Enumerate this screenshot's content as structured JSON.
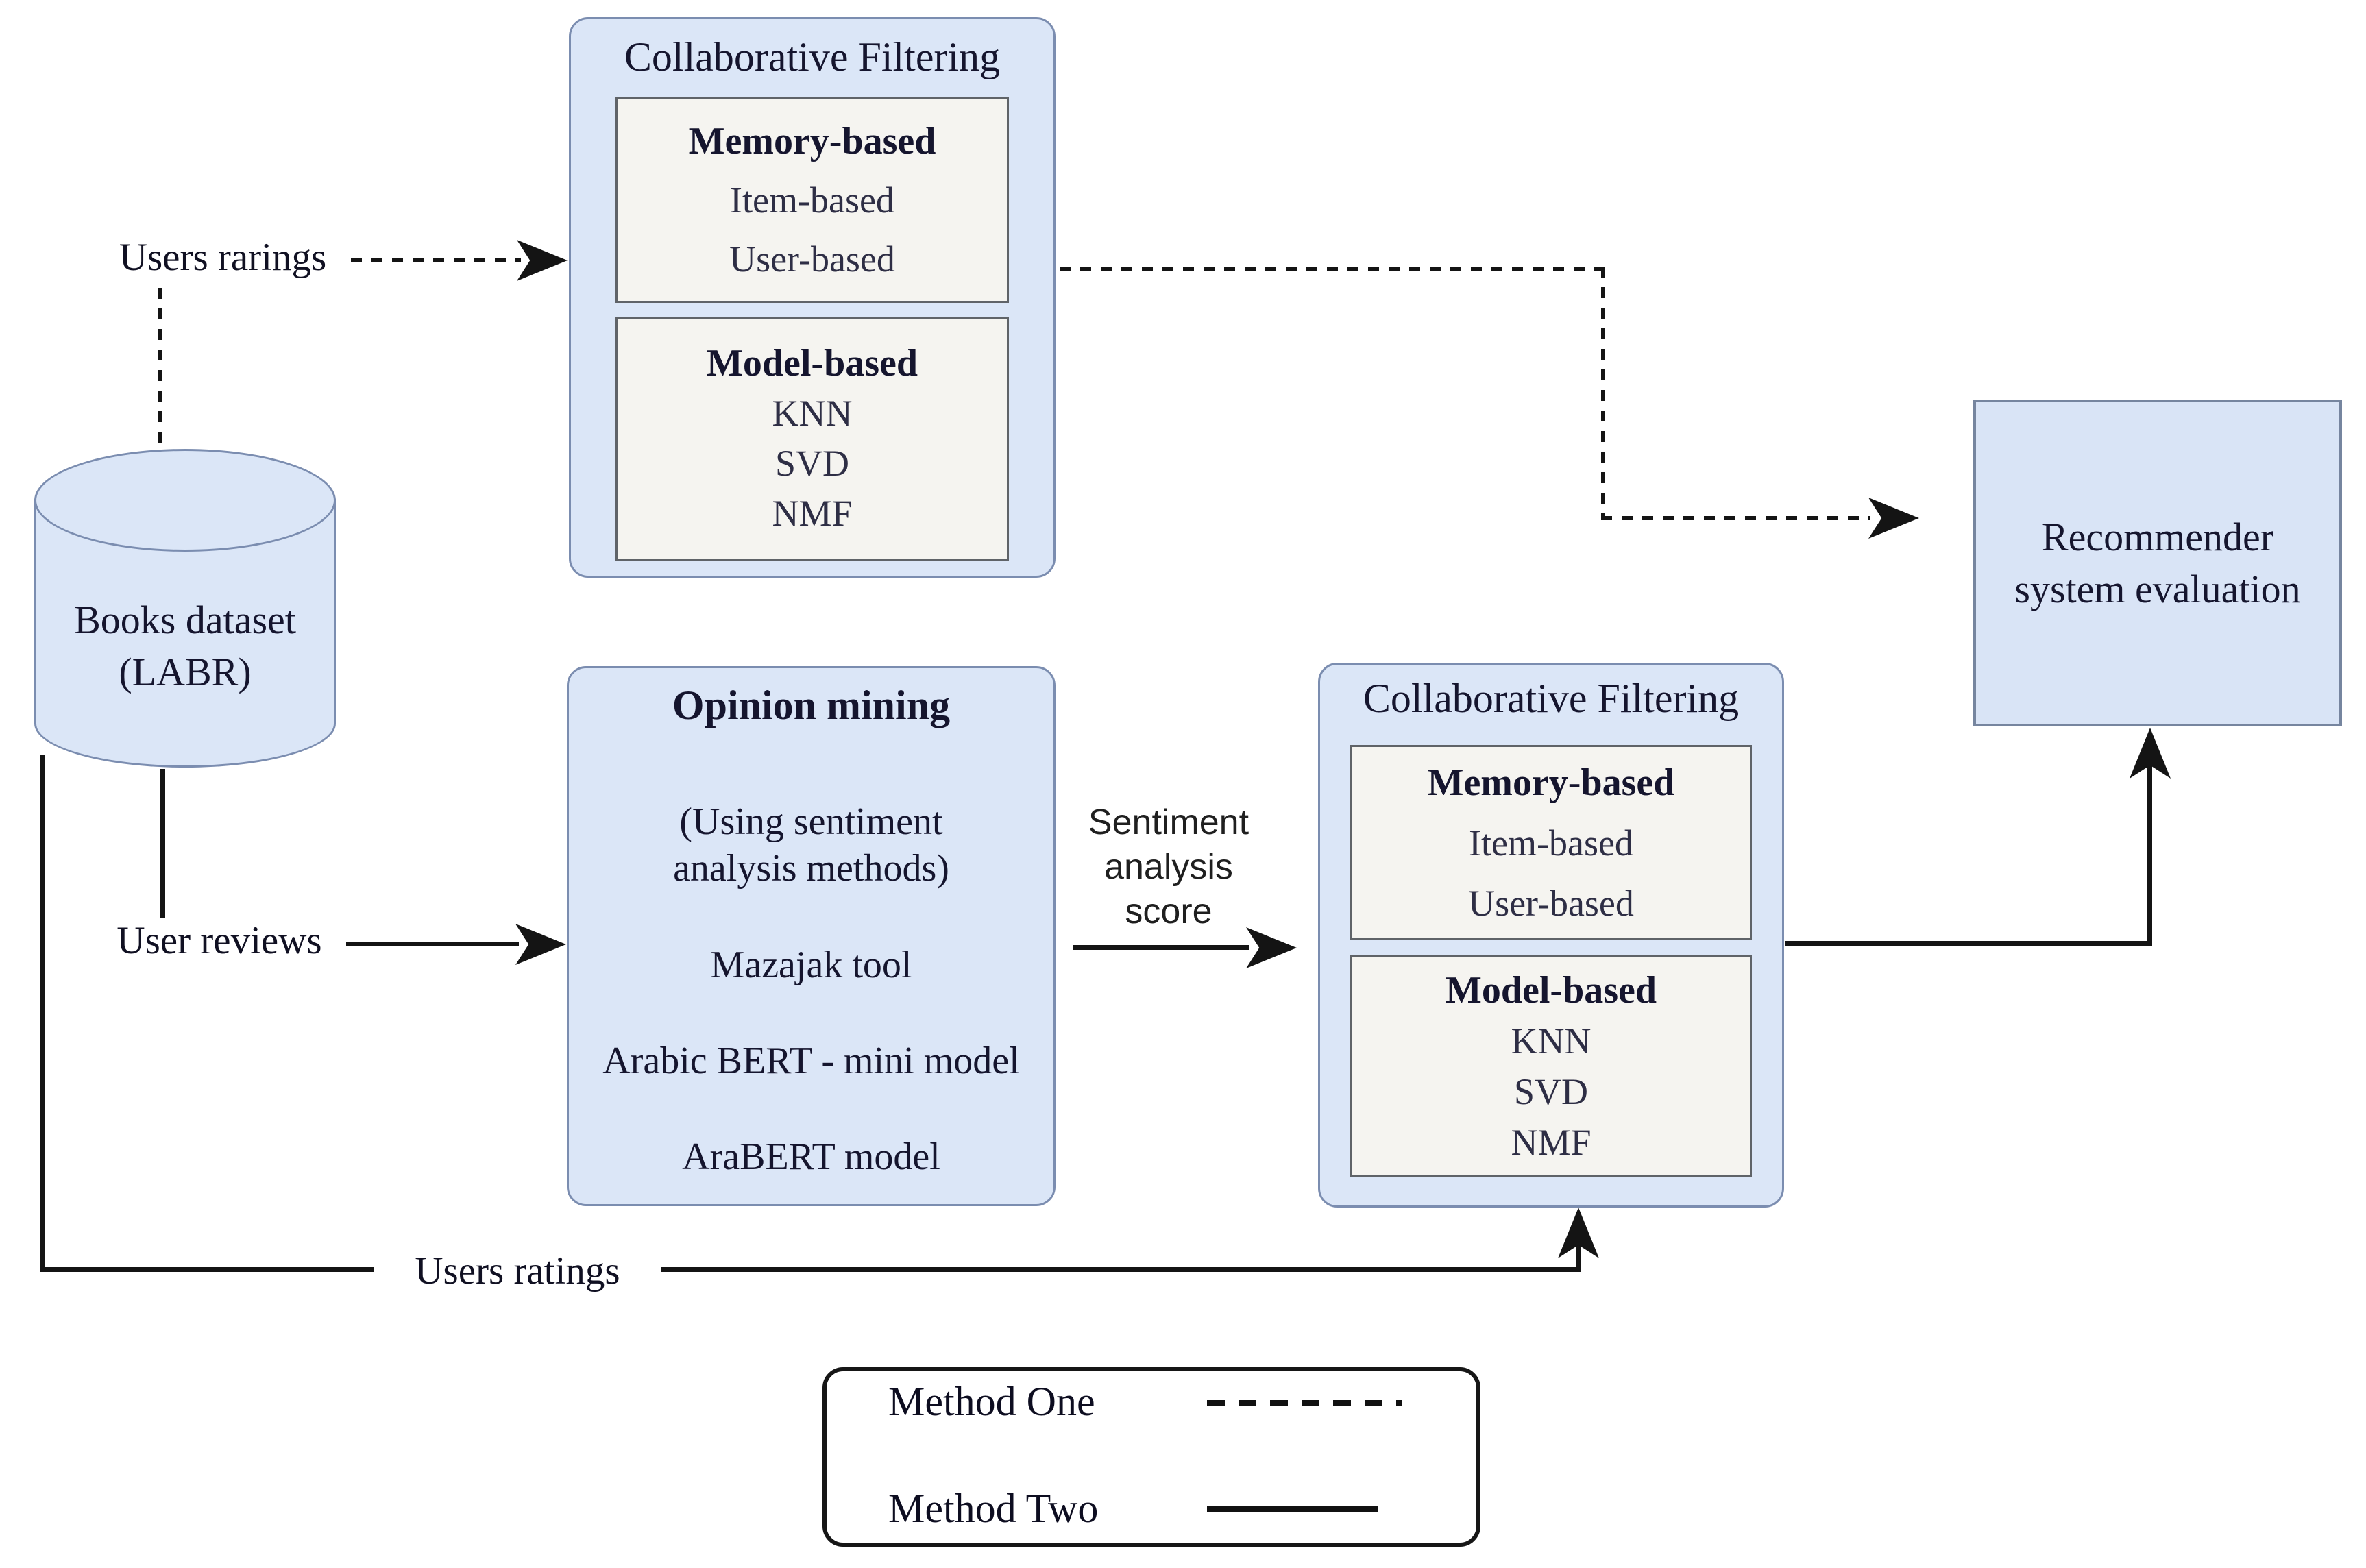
{
  "dataset": {
    "line1": "Books dataset",
    "line2": "(LABR)"
  },
  "cf_top": {
    "title": "Collaborative Filtering",
    "memory": {
      "heading": "Memory-based",
      "items": [
        "Item-based",
        "User-based"
      ]
    },
    "model": {
      "heading": "Model-based",
      "items": [
        "KNN",
        "SVD",
        "NMF"
      ]
    }
  },
  "cf_right": {
    "title": "Collaborative Filtering",
    "memory": {
      "heading": "Memory-based",
      "items": [
        "Item-based",
        "User-based"
      ]
    },
    "model": {
      "heading": "Model-based",
      "items": [
        "KNN",
        "SVD",
        "NMF"
      ]
    }
  },
  "opinion": {
    "heading": "Opinion mining",
    "sub_line1": "(Using sentiment",
    "sub_line2": "analysis methods)",
    "methods": [
      "Mazajak tool",
      "Arabic BERT - mini model",
      "AraBERT model"
    ]
  },
  "evaluation": {
    "line1": "Recommender",
    "line2": "system evaluation"
  },
  "edge_labels": {
    "users_rarings": "Users rarings",
    "user_reviews": "User reviews",
    "users_ratings": "Users ratings",
    "sentiment_line1": "Sentiment",
    "sentiment_line2": "analysis",
    "sentiment_line3": "score"
  },
  "legend": {
    "method_one": "Method One",
    "method_two": "Method Two"
  },
  "colors": {
    "node_fill": "#dbe6f7",
    "node_border": "#7b8db0",
    "inner_fill": "#f5f4f0",
    "inner_border": "#5f6368",
    "line": "#141414",
    "text": "#15152e"
  }
}
